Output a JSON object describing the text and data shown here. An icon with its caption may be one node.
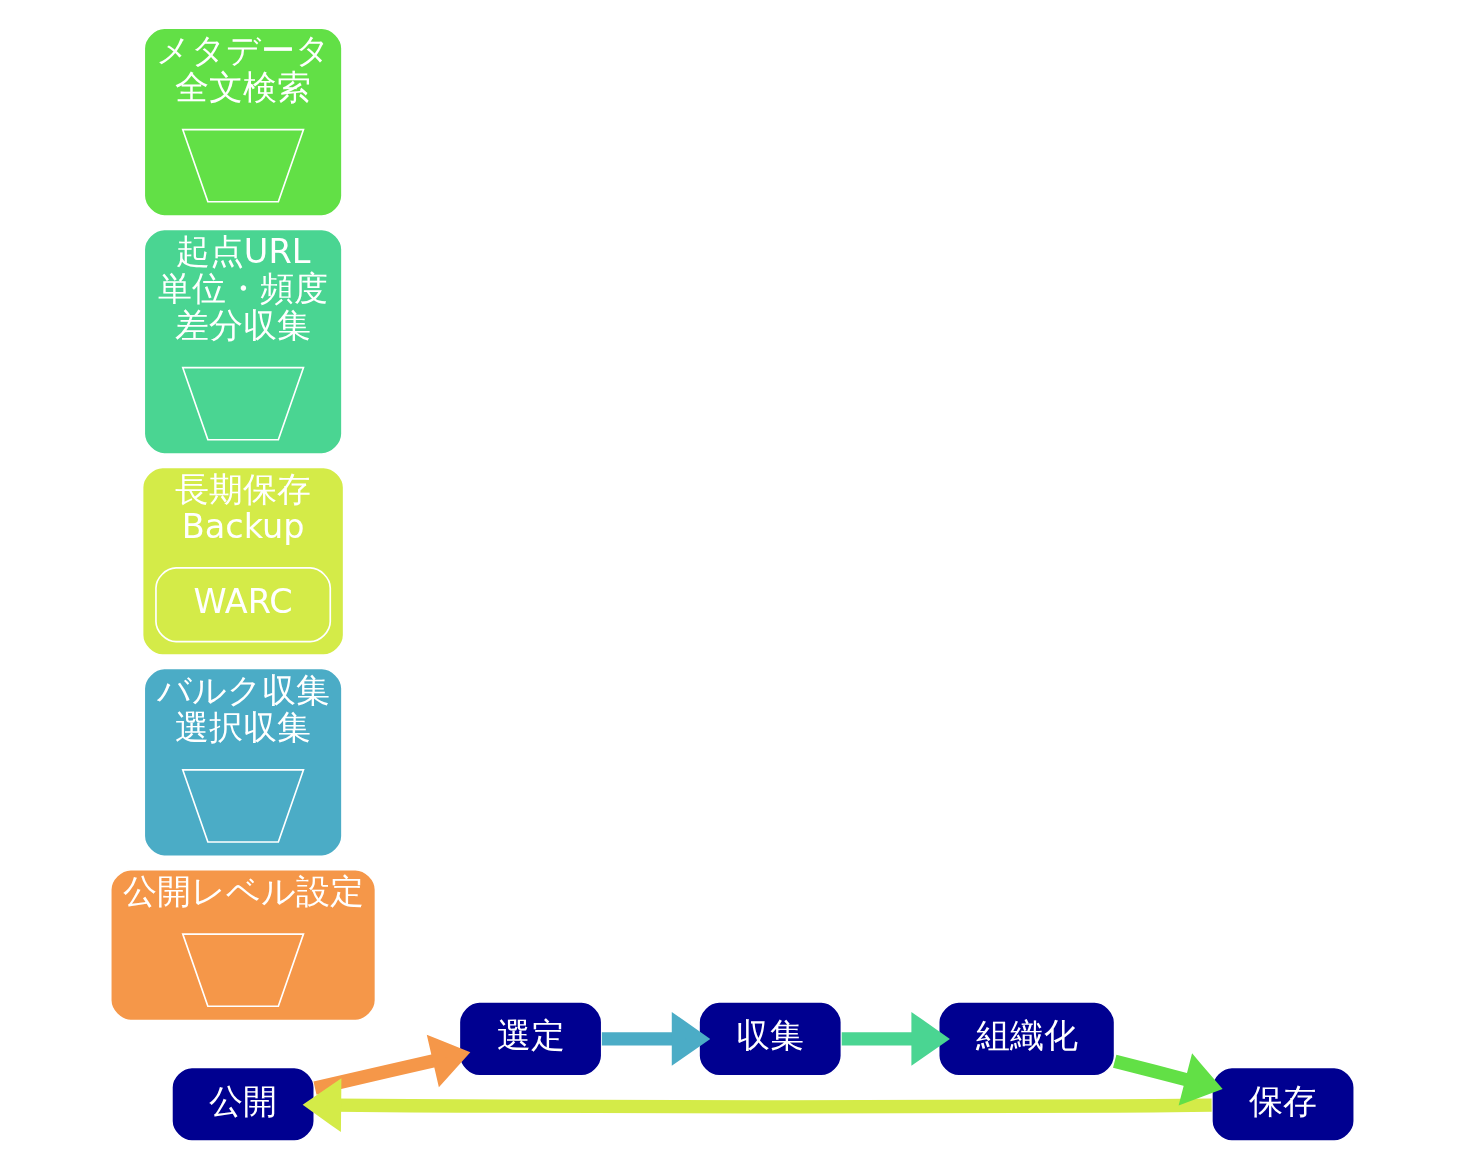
{
  "diagram": {
    "nodes": [
      {
        "text": [
          "公開"
        ]
      },
      {
        "text": [
          "選定"
        ]
      },
      {
        "text": [
          "公開レベル設定"
        ]
      },
      {
        "text": [],
        "shape": "wedge",
        "in": 2
      },
      {
        "text": [
          "バルク収集",
          "選択収集"
        ]
      },
      {
        "text": [],
        "shape": "wedge",
        "in": 4
      },
      {
        "text": [
          "長期保存",
          "Backup"
        ]
      },
      {
        "text": [
          "WARC"
        ],
        "in": 6
      },
      {
        "text": [
          "起点URL",
          "単位・頻度",
          "差分収集"
        ]
      },
      {
        "text": [],
        "shape": "wedge",
        "in": 8
      },
      {
        "text": [
          "メタデータ",
          "全文検索"
        ]
      },
      {
        "text": [],
        "shape": "wedge",
        "in": 10
      },
      {
        "text": [
          "保存"
        ]
      },
      {
        "text": [
          "収集"
        ]
      },
      {
        "text": [
          "組織化"
        ]
      }
    ],
    "edges": [
      {
        "from": 0,
        "to": 1,
        "arrow": "to",
        "color": "#f59749"
      },
      {
        "from": 1,
        "to": 13,
        "arrow": "to",
        "color": "#4bacc6"
      },
      {
        "from": 13,
        "to": 14,
        "arrow": "to",
        "color": "#4ad592"
      },
      {
        "from": 14,
        "to": 12,
        "arrow": "to",
        "color": "#62e046"
      },
      {
        "from": 12,
        "to": 0,
        "arrow": "to",
        "color": "#d4eb48"
      }
    ]
  }
}
